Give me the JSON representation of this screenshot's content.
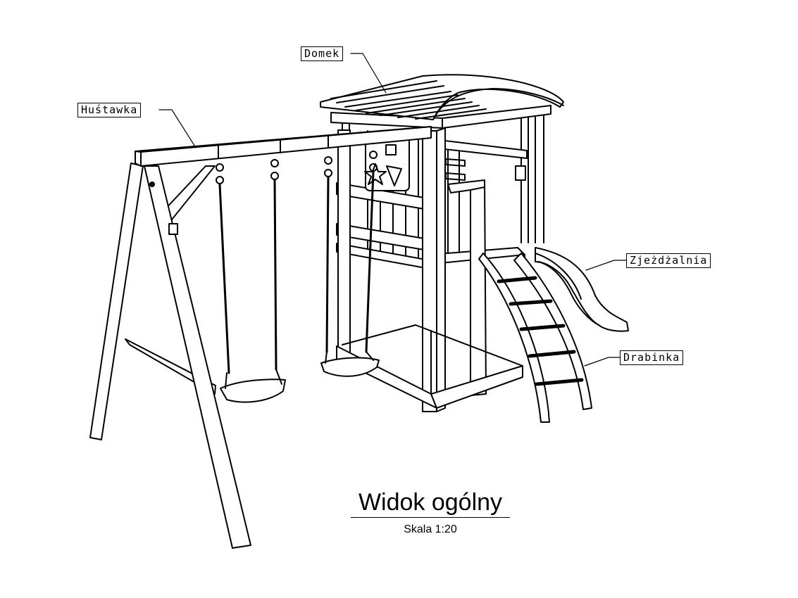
{
  "callouts": {
    "domek": "Domek",
    "hustawka": "Huśtawka",
    "zjezdzalnia": "Zjeżdżalnia",
    "drabinka": "Drabinka"
  },
  "title": "Widok ogólny",
  "scale": "Skala 1:20",
  "colors": {
    "line": "#000000",
    "paper": "#ffffff"
  }
}
